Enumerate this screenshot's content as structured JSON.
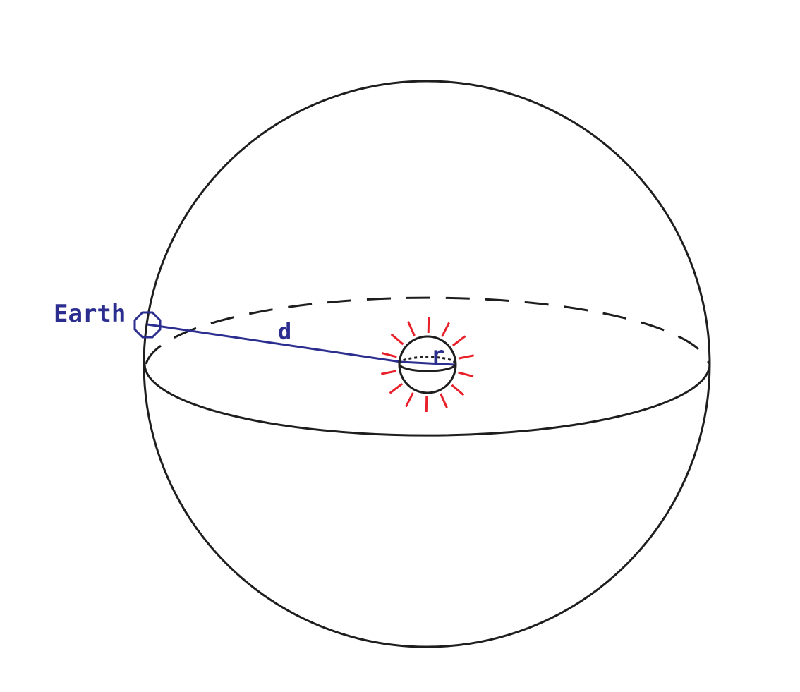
{
  "labels": {
    "earth": "Earth",
    "distance": "d",
    "radius": "r"
  },
  "colors": {
    "outline": "#1e1e1e",
    "label": "#2b2e8f",
    "rays": "#e8202a"
  },
  "rays_count": 14
}
